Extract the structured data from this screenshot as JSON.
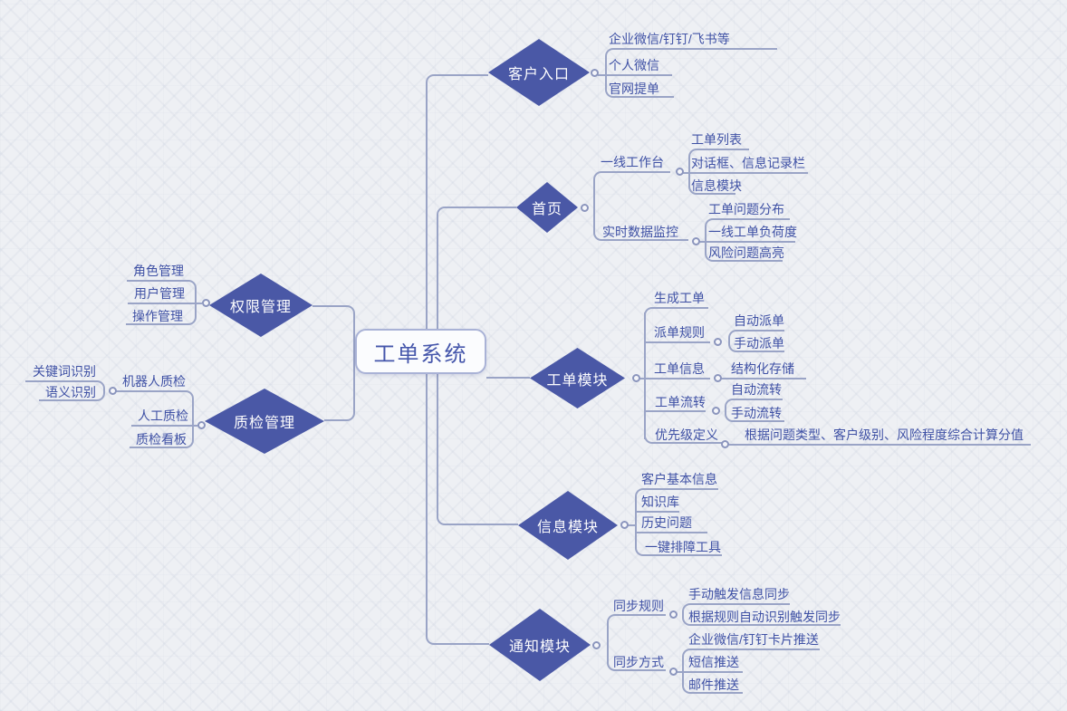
{
  "title": "工单系统思维导图",
  "colors": {
    "background": "#eef0f4",
    "diamond_fill": "#4a58a6",
    "diamond_text": "#ffffff",
    "node_text": "#3f51a5",
    "central_text": "#4556ab",
    "line": "#9aa4c6",
    "central_fill": "#fbfcfe",
    "central_border": "#a9b2d6"
  },
  "root": {
    "label": "工单系统"
  },
  "left_branches": [
    {
      "label": "权限管理",
      "children": [
        {
          "label": "角色管理"
        },
        {
          "label": "用户管理"
        },
        {
          "label": "操作管理"
        }
      ]
    },
    {
      "label": "质检管理",
      "children": [
        {
          "label": "机器人质检",
          "children": [
            {
              "label": "关键词识别"
            },
            {
              "label": "语义识别"
            }
          ]
        },
        {
          "label": "人工质检"
        },
        {
          "label": "质检看板"
        }
      ]
    }
  ],
  "right_branches": [
    {
      "label": "客户入口",
      "children": [
        {
          "label": "企业微信/钉钉/飞书等"
        },
        {
          "label": "个人微信"
        },
        {
          "label": "官网提单"
        }
      ]
    },
    {
      "label": "首页",
      "children": [
        {
          "label": "一线工作台",
          "children": [
            {
              "label": "工单列表"
            },
            {
              "label": "对话框、信息记录栏"
            },
            {
              "label": "信息模块"
            }
          ]
        },
        {
          "label": "实时数据监控",
          "children": [
            {
              "label": "工单问题分布"
            },
            {
              "label": "一线工单负荷度"
            },
            {
              "label": "风险问题高亮"
            }
          ]
        }
      ]
    },
    {
      "label": "工单模块",
      "children": [
        {
          "label": "生成工单"
        },
        {
          "label": "派单规则",
          "children": [
            {
              "label": "自动派单"
            },
            {
              "label": "手动派单"
            }
          ]
        },
        {
          "label": "工单信息",
          "children": [
            {
              "label": "结构化存储"
            }
          ]
        },
        {
          "label": "工单流转",
          "children": [
            {
              "label": "自动流转"
            },
            {
              "label": "手动流转"
            }
          ]
        },
        {
          "label": "优先级定义",
          "children": [
            {
              "label": "根据问题类型、客户级别、风险程度综合计算分值"
            }
          ]
        }
      ]
    },
    {
      "label": "信息模块",
      "children": [
        {
          "label": "客户基本信息"
        },
        {
          "label": "知识库"
        },
        {
          "label": "历史问题"
        },
        {
          "label": "一键排障工具"
        }
      ]
    },
    {
      "label": "通知模块",
      "children": [
        {
          "label": "同步规则",
          "children": [
            {
              "label": "手动触发信息同步"
            },
            {
              "label": "根据规则自动识别触发同步"
            }
          ]
        },
        {
          "label": "同步方式",
          "children": [
            {
              "label": "企业微信/钉钉卡片推送"
            },
            {
              "label": "短信推送"
            },
            {
              "label": "邮件推送"
            }
          ]
        }
      ]
    }
  ]
}
